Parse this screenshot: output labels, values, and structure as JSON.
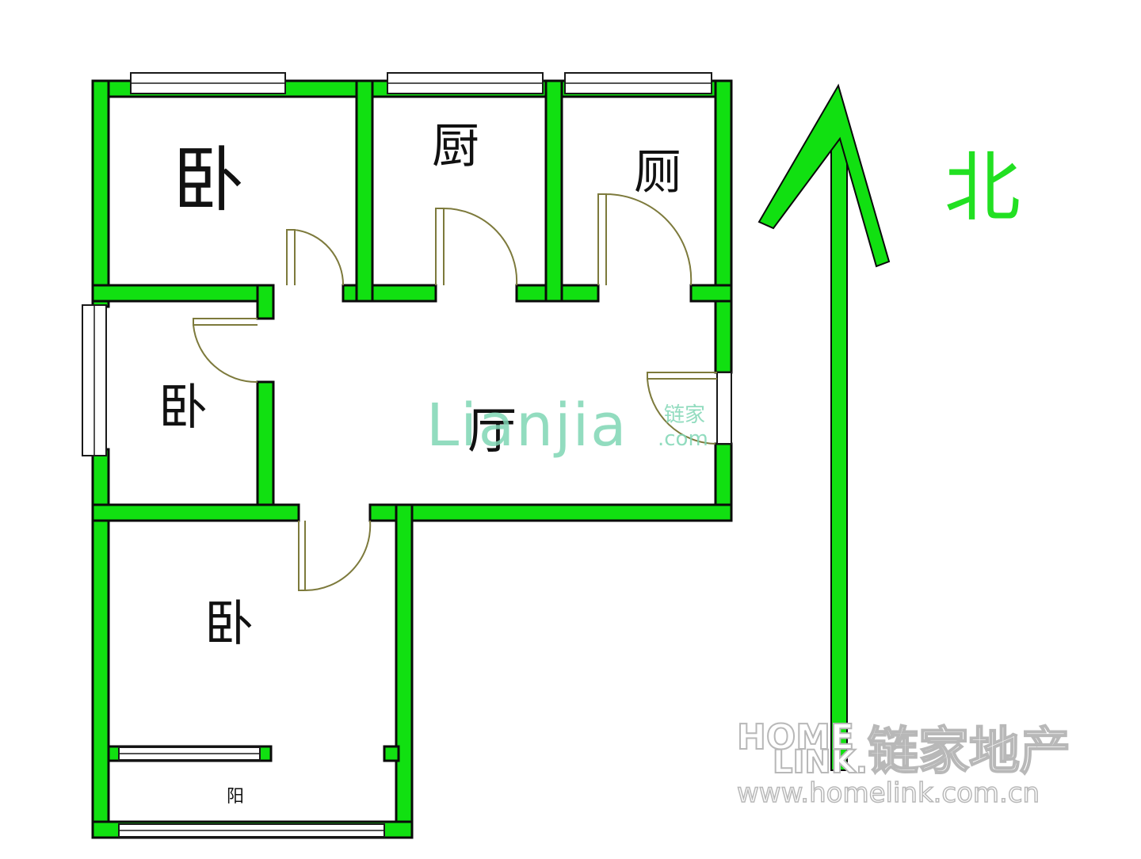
{
  "rooms": {
    "bedroom_nw": "卧",
    "kitchen": "厨",
    "bathroom": "厕",
    "bedroom_w": "卧",
    "living": "厅",
    "bedroom_s": "卧",
    "balcony": "阳"
  },
  "compass": {
    "label": "北"
  },
  "watermark_center": {
    "brand": "Lianjia",
    "brand_cn": "链家",
    "domain": ".com"
  },
  "watermark_corner": {
    "line1": "HOME",
    "line2": "LINK.",
    "cn": "链家地产",
    "url": "www.homelink.com.cn"
  },
  "colors": {
    "wall": "#11e011",
    "outline": "#0a0a0a",
    "door": "#7d7a3c",
    "watermark_center": "#7fd6b4",
    "watermark_corner": "#c8c8c8"
  }
}
